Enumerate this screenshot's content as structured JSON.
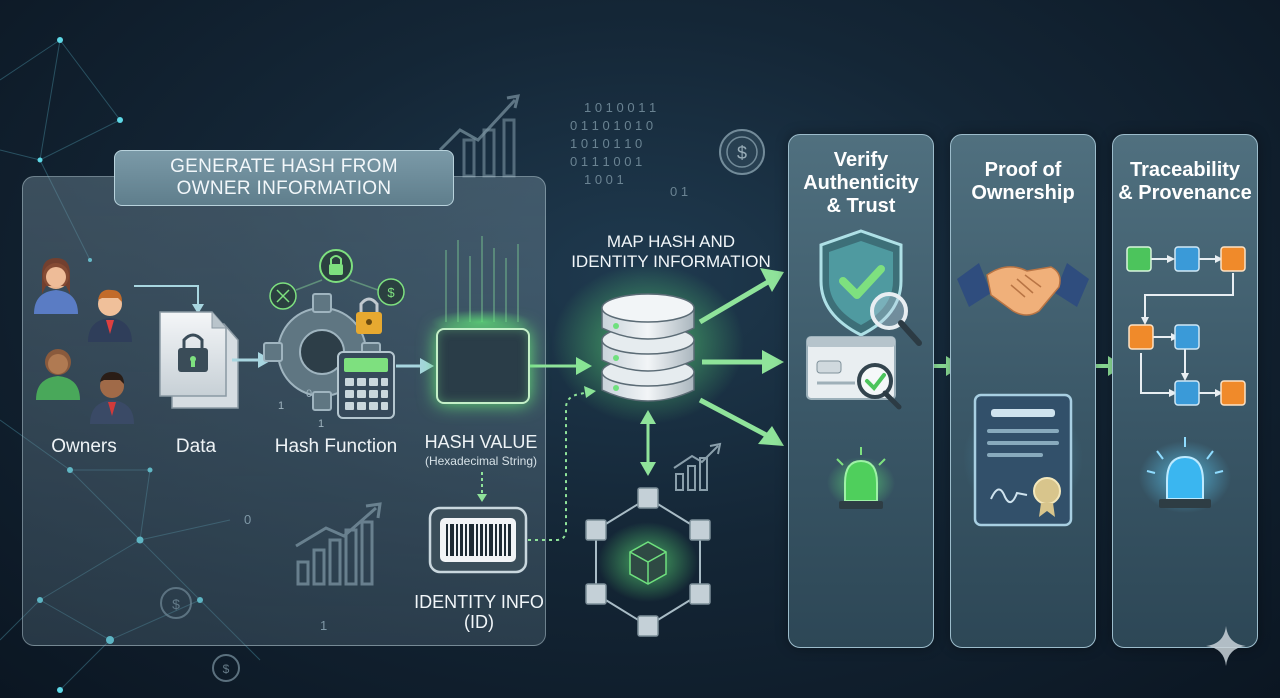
{
  "main_section": {
    "title": "GENERATE HASH FROM OWNER INFORMATION",
    "steps": [
      {
        "label": "Owners"
      },
      {
        "label": "Data"
      },
      {
        "label": "Hash Function"
      },
      {
        "label": "HASH VALUE",
        "sublabel": "(Hexadecimal String)"
      }
    ],
    "identity": {
      "label_line1": "IDENTITY INFO",
      "label_line2": "(ID)"
    }
  },
  "map_section": {
    "title_line1": "MAP HASH AND",
    "title_line2": "IDENTITY INFORMATION"
  },
  "outcomes": [
    {
      "title_line1": "Verify",
      "title_line2": "Authenticity",
      "title_line3": "& Trust"
    },
    {
      "title_line1": "Proof of",
      "title_line2": "Ownership",
      "title_line3": ""
    },
    {
      "title_line1": "Traceability",
      "title_line2": "& Provenance",
      "title_line3": ""
    }
  ],
  "decor": {
    "binary_lines": [
      "1 0 1 0 0 1 1",
      "0 1 1 0 1 0 1 0",
      "1 0 1 0 1 1 0",
      "0 1 1 1 0 0 1",
      "1 0 0 1",
      "0 1"
    ],
    "floating_digits": [
      "0",
      "1",
      "1",
      "0",
      "1"
    ],
    "currency_symbol": "$"
  },
  "colors": {
    "accent_green": "#7ee07f",
    "glow_green": "#4fe06a",
    "card_border": "#9cbccb",
    "arrow": "#8fe39a"
  }
}
